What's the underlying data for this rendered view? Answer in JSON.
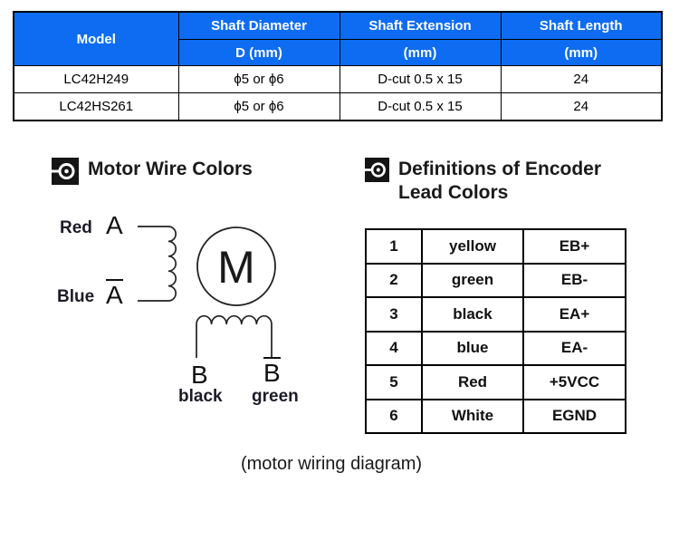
{
  "spec_table": {
    "columns": [
      {
        "title": "Model",
        "sub": ""
      },
      {
        "title": "Shaft Diameter",
        "sub": "D (mm)"
      },
      {
        "title": "Shaft Extension",
        "sub": "(mm)"
      },
      {
        "title": "Shaft Length",
        "sub": "(mm)"
      }
    ],
    "rows": [
      [
        "LC42H249",
        "ϕ5 or ϕ6",
        "D-cut 0.5 x 15",
        "24"
      ],
      [
        "LC42HS261",
        "ϕ5 or ϕ6",
        "D-cut 0.5 x 15",
        "24"
      ]
    ]
  },
  "sections": {
    "motor_wire_colors_title": "Motor Wire Colors",
    "encoder_lead_colors_title": "Definitions of Encoder Lead Colors"
  },
  "wiring_diagram": {
    "motor_symbol": "M",
    "phase_a": {
      "terminal": "A",
      "wire_color": "Red"
    },
    "phase_a_bar": {
      "terminal": "A",
      "wire_color": "Blue"
    },
    "phase_b": {
      "terminal": "B",
      "wire_color": "black"
    },
    "phase_b_bar": {
      "terminal": "B",
      "wire_color": "green"
    }
  },
  "encoder_table": {
    "rows": [
      {
        "pin": "1",
        "color": "yellow",
        "signal": "EB+"
      },
      {
        "pin": "2",
        "color": "green",
        "signal": "EB-"
      },
      {
        "pin": "3",
        "color": "black",
        "signal": "EA+"
      },
      {
        "pin": "4",
        "color": "blue",
        "signal": "EA-"
      },
      {
        "pin": "5",
        "color": "Red",
        "signal": "+5VCC"
      },
      {
        "pin": "6",
        "color": "White",
        "signal": "EGND"
      }
    ]
  },
  "caption": "(motor wiring diagram)",
  "colors": {
    "header_blue": "#0d6cf2",
    "border_black": "#000000",
    "text_dark": "#1a1a1a"
  }
}
